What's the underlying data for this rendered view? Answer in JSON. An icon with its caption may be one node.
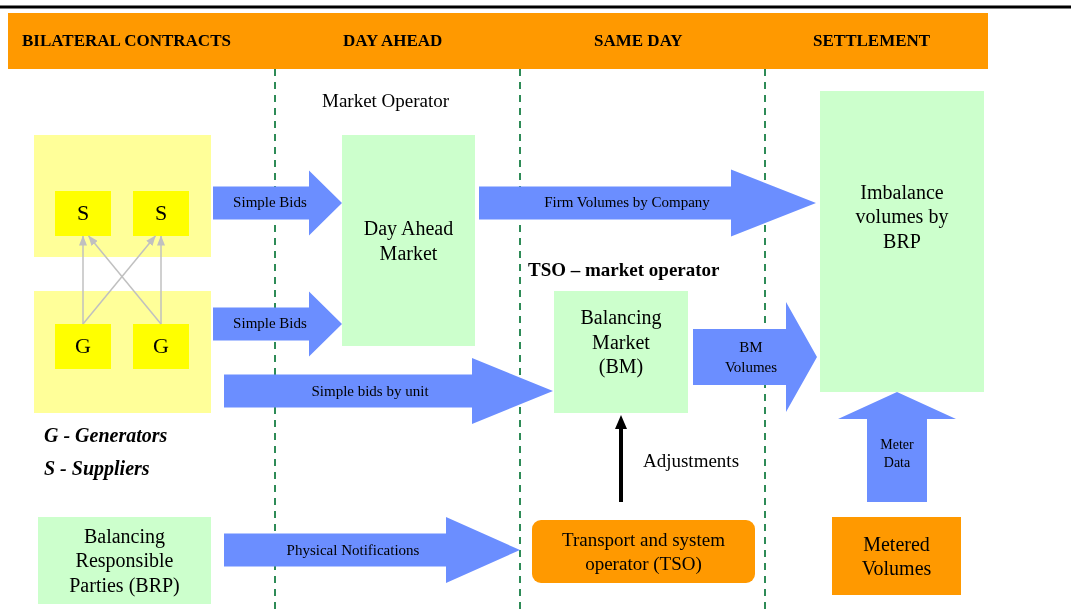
{
  "diagram": {
    "nodes": [
      {
        "text": [
          "BILATERAL CONTRACTS",
          "DAY AHEAD",
          "SAME DAY",
          "SETTLEMENT"
        ]
      },
      {
        "text": [],
        "shape": "box"
      },
      {
        "text": [
          "S"
        ],
        "in": 1
      },
      {
        "text": [
          "S"
        ],
        "in": 1
      },
      {
        "text": [],
        "shape": "box"
      },
      {
        "text": [
          "G"
        ],
        "in": 4
      },
      {
        "text": [
          "G"
        ],
        "in": 4
      },
      {
        "text": [
          "Day Ahead Market"
        ]
      },
      {
        "text": [
          "Imbalance volumes by BRP"
        ]
      },
      {
        "text": [
          "Balancing Market (BM)"
        ]
      },
      {
        "text": [
          "Balancing Responsible Parties (BRP)"
        ]
      },
      {
        "text": [
          "Transport and system operator (TSO)"
        ]
      },
      {
        "text": [
          "Metered Volumes"
        ]
      }
    ],
    "edges": [
      {
        "from": 1,
        "to": 7,
        "arrow": "to",
        "label": "Simple Bids",
        "style": "thick"
      },
      {
        "from": 4,
        "to": 7,
        "arrow": "to",
        "label": "Simple Bids",
        "style": "thick"
      },
      {
        "from": 7,
        "to": 8,
        "arrow": "to",
        "label": "Firm Volumes by Company",
        "style": "thick"
      },
      {
        "from": 4,
        "to": 9,
        "arrow": "to",
        "label": "Simple bids by unit",
        "style": "thick"
      },
      {
        "from": 9,
        "to": 8,
        "arrow": "to",
        "label": "BM Volumes",
        "style": "thick"
      },
      {
        "from": 10,
        "to": 11,
        "arrow": "to",
        "label": "Physical Notifications",
        "style": "thick"
      },
      {
        "from": 12,
        "to": 8,
        "arrow": "to",
        "label": "Meter Data",
        "style": "thick"
      },
      {
        "from": 11,
        "to": 9,
        "arrow": "to",
        "label": "Adjustments",
        "style": "thick",
        "color": "#000000"
      },
      {
        "from": 5,
        "to": 2,
        "arrow": "to",
        "color": "#c0c0c0"
      },
      {
        "from": 5,
        "to": 3,
        "arrow": "to",
        "color": "#c0c0c0"
      },
      {
        "from": 6,
        "to": 2,
        "arrow": "to",
        "color": "#c0c0c0"
      },
      {
        "from": 6,
        "to": 3,
        "arrow": "to",
        "color": "#c0c0c0"
      }
    ],
    "labels": [
      "Market Operator",
      "TSO – market operator",
      "G - Generators",
      "S - Suppliers"
    ]
  }
}
